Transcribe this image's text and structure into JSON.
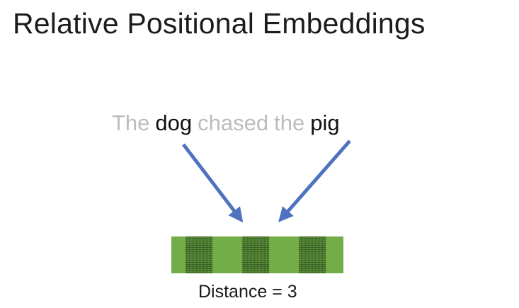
{
  "title": "Relative Positional Embeddings",
  "sentence": {
    "words": [
      {
        "text": "The",
        "highlighted": false
      },
      {
        "text": "dog",
        "highlighted": true
      },
      {
        "text": "chased",
        "highlighted": false
      },
      {
        "text": "the",
        "highlighted": false
      },
      {
        "text": "pig",
        "highlighted": true
      }
    ]
  },
  "embedding_bar": {
    "segments": [
      "light",
      "dark",
      "light",
      "dark",
      "light",
      "dark",
      "light"
    ]
  },
  "caption": "Distance = 3",
  "colors": {
    "arrow": "#4f72bf",
    "highlight_text": "#111111",
    "dim_text": "#bcbcbc",
    "bar_light": "#73ad48",
    "bar_dark": "#4a7a2e"
  }
}
